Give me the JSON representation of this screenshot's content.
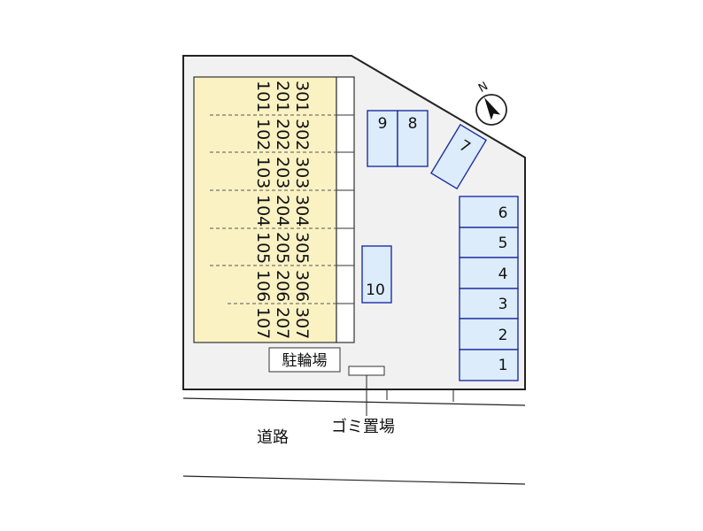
{
  "building": {
    "columns": [
      [
        "101",
        "102",
        "103",
        "104",
        "105",
        "106",
        "107"
      ],
      [
        "201",
        "202",
        "203",
        "204",
        "205",
        "206",
        "207"
      ],
      [
        "301",
        "302",
        "303",
        "304",
        "305",
        "306",
        "307"
      ]
    ]
  },
  "parking": {
    "row": [
      "6",
      "5",
      "4",
      "3",
      "2",
      "1"
    ],
    "pair": [
      "9",
      "8"
    ],
    "angled": "7",
    "single": "10"
  },
  "labels": {
    "bicycle_parking": "駐輪場",
    "garbage": "ゴミ置場",
    "road": "道路",
    "north": "N"
  },
  "colors": {
    "building_fill": "#fbf2c4",
    "parking_fill": "#dcecfa",
    "parking_stroke": "#1e2fa5",
    "line": "#222222"
  }
}
